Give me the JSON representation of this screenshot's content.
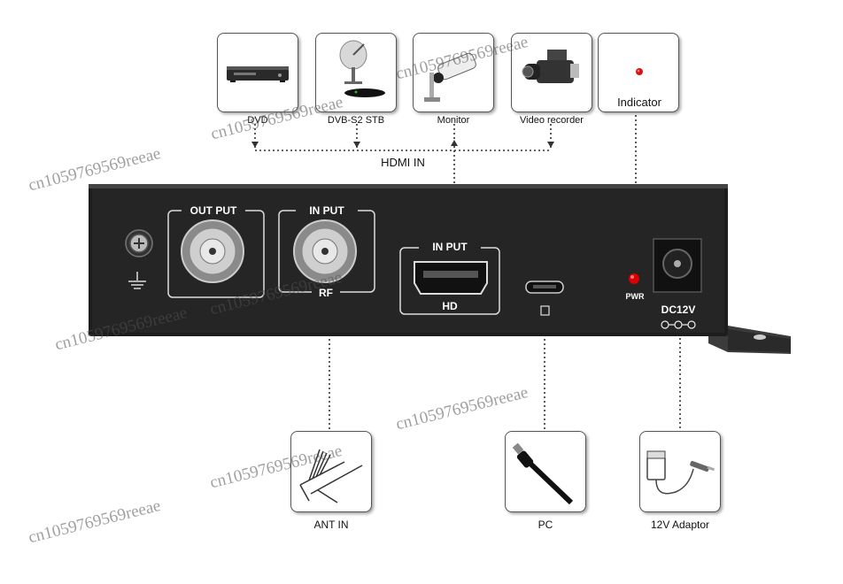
{
  "sources": {
    "dvd": "DVD",
    "stb": "DVB-S2 STB",
    "monitor": "Monitor",
    "recorder": "Video recorder",
    "indicator": "Indicator",
    "hdmi_in": "HDMI IN"
  },
  "panel": {
    "output": "OUT PUT",
    "input": "IN PUT",
    "rf": "RF",
    "hdmi_input": "IN PUT",
    "hd": "HD",
    "pwr": "PWR",
    "dc": "DC12V"
  },
  "bottom": {
    "ant": "ANT IN",
    "pc": "PC",
    "adaptor": "12V Adaptor"
  },
  "watermark": "cn1059769569reeae"
}
